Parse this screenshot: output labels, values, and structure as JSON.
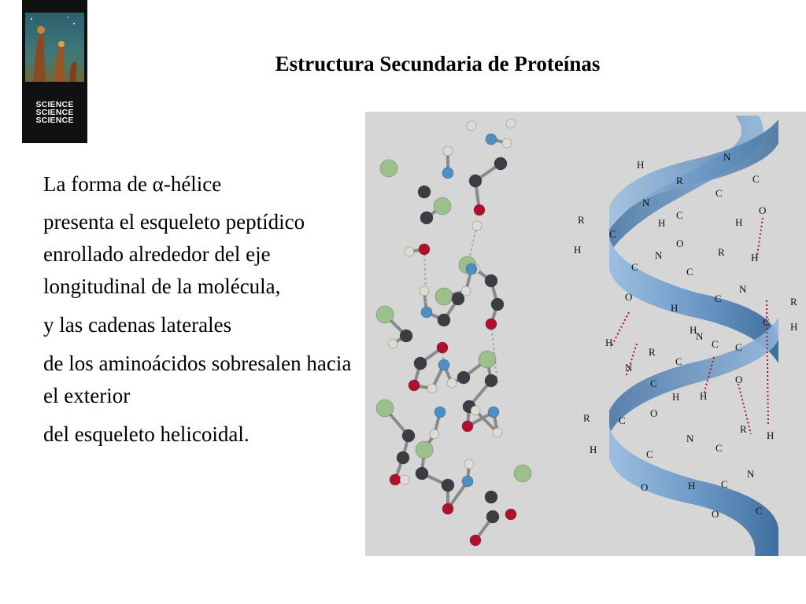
{
  "logo": {
    "lines": [
      "SCIENCE",
      "SCIENCE",
      "SCIENCE"
    ]
  },
  "title": "Estructura Secundaria de Proteínas",
  "paragraphs": [
    "La forma de α-hélice",
    "presenta el esqueleto peptídico  enrollado alrededor del eje longitudinal de la molécula,",
    "y las cadenas laterales",
    "de los aminoácidos sobresalen hacia el exterior",
    "del esqueleto helicoidal."
  ],
  "figure": {
    "labels": {
      "H": "H",
      "R": "R",
      "C": "C",
      "N": "N",
      "O": "O"
    }
  },
  "colors": {
    "ribbon": "#7fa6cf",
    "ribbon_dark": "#3f6f9f",
    "carbon": "#3c3c44",
    "nitrogen": "#4b8fc4",
    "oxygen": "#b0102e",
    "hydrogen": "#dcdcd0",
    "side_chain": "#9cc08c",
    "hbond": "#b0102e"
  }
}
